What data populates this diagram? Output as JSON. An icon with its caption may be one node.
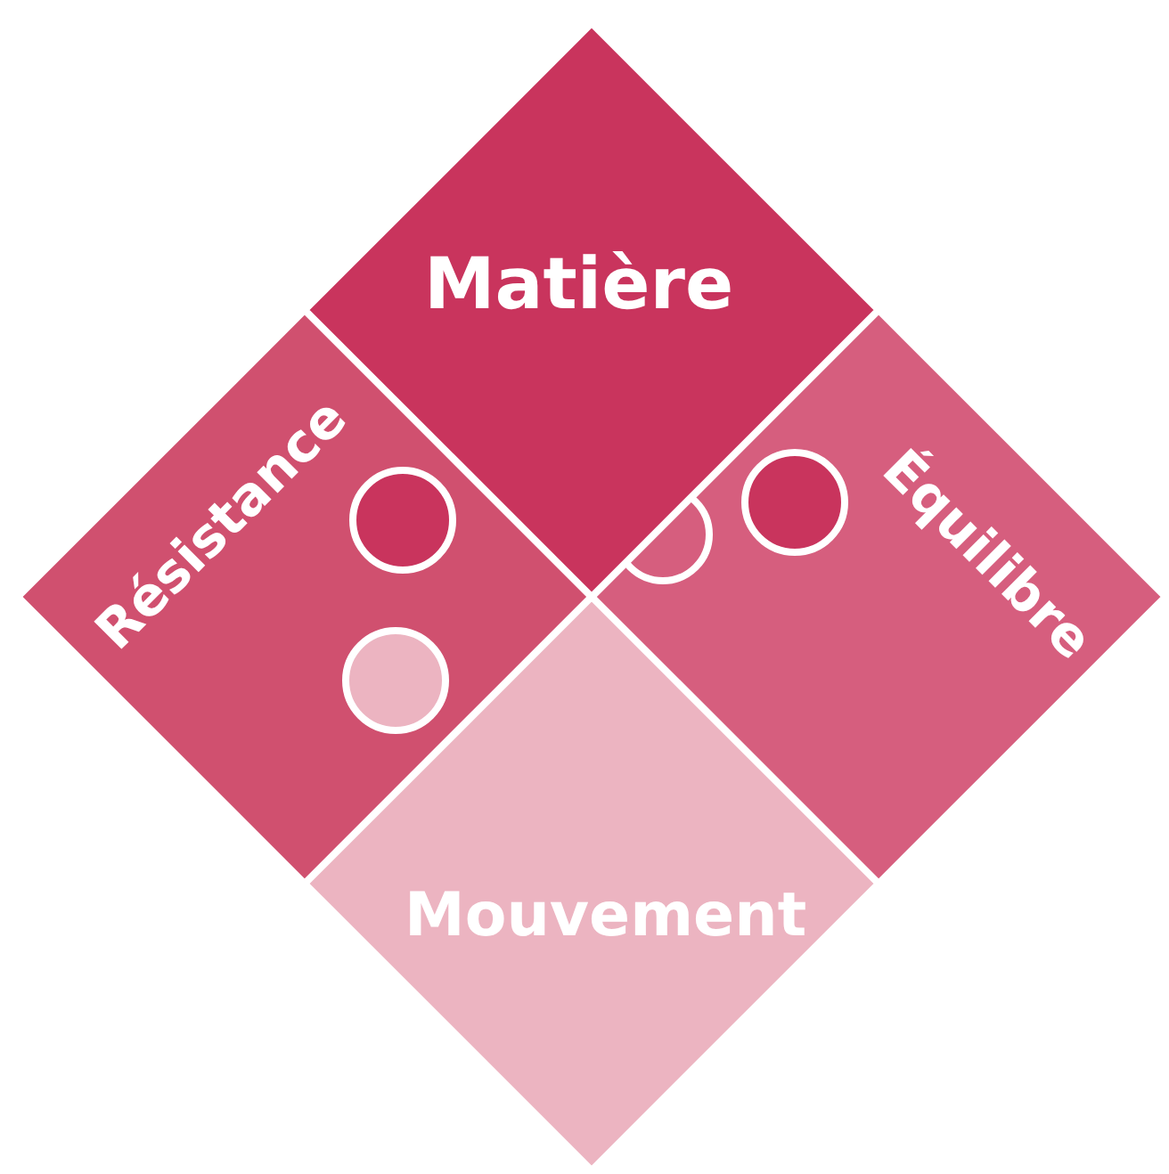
{
  "diagram": {
    "nodes": [
      {
        "text": [
          "Matière"
        ]
      },
      {
        "text": [
          "Résistance"
        ]
      },
      {
        "text": [
          "Équilibre"
        ]
      },
      {
        "text": [
          "Mouvement"
        ]
      }
    ]
  }
}
